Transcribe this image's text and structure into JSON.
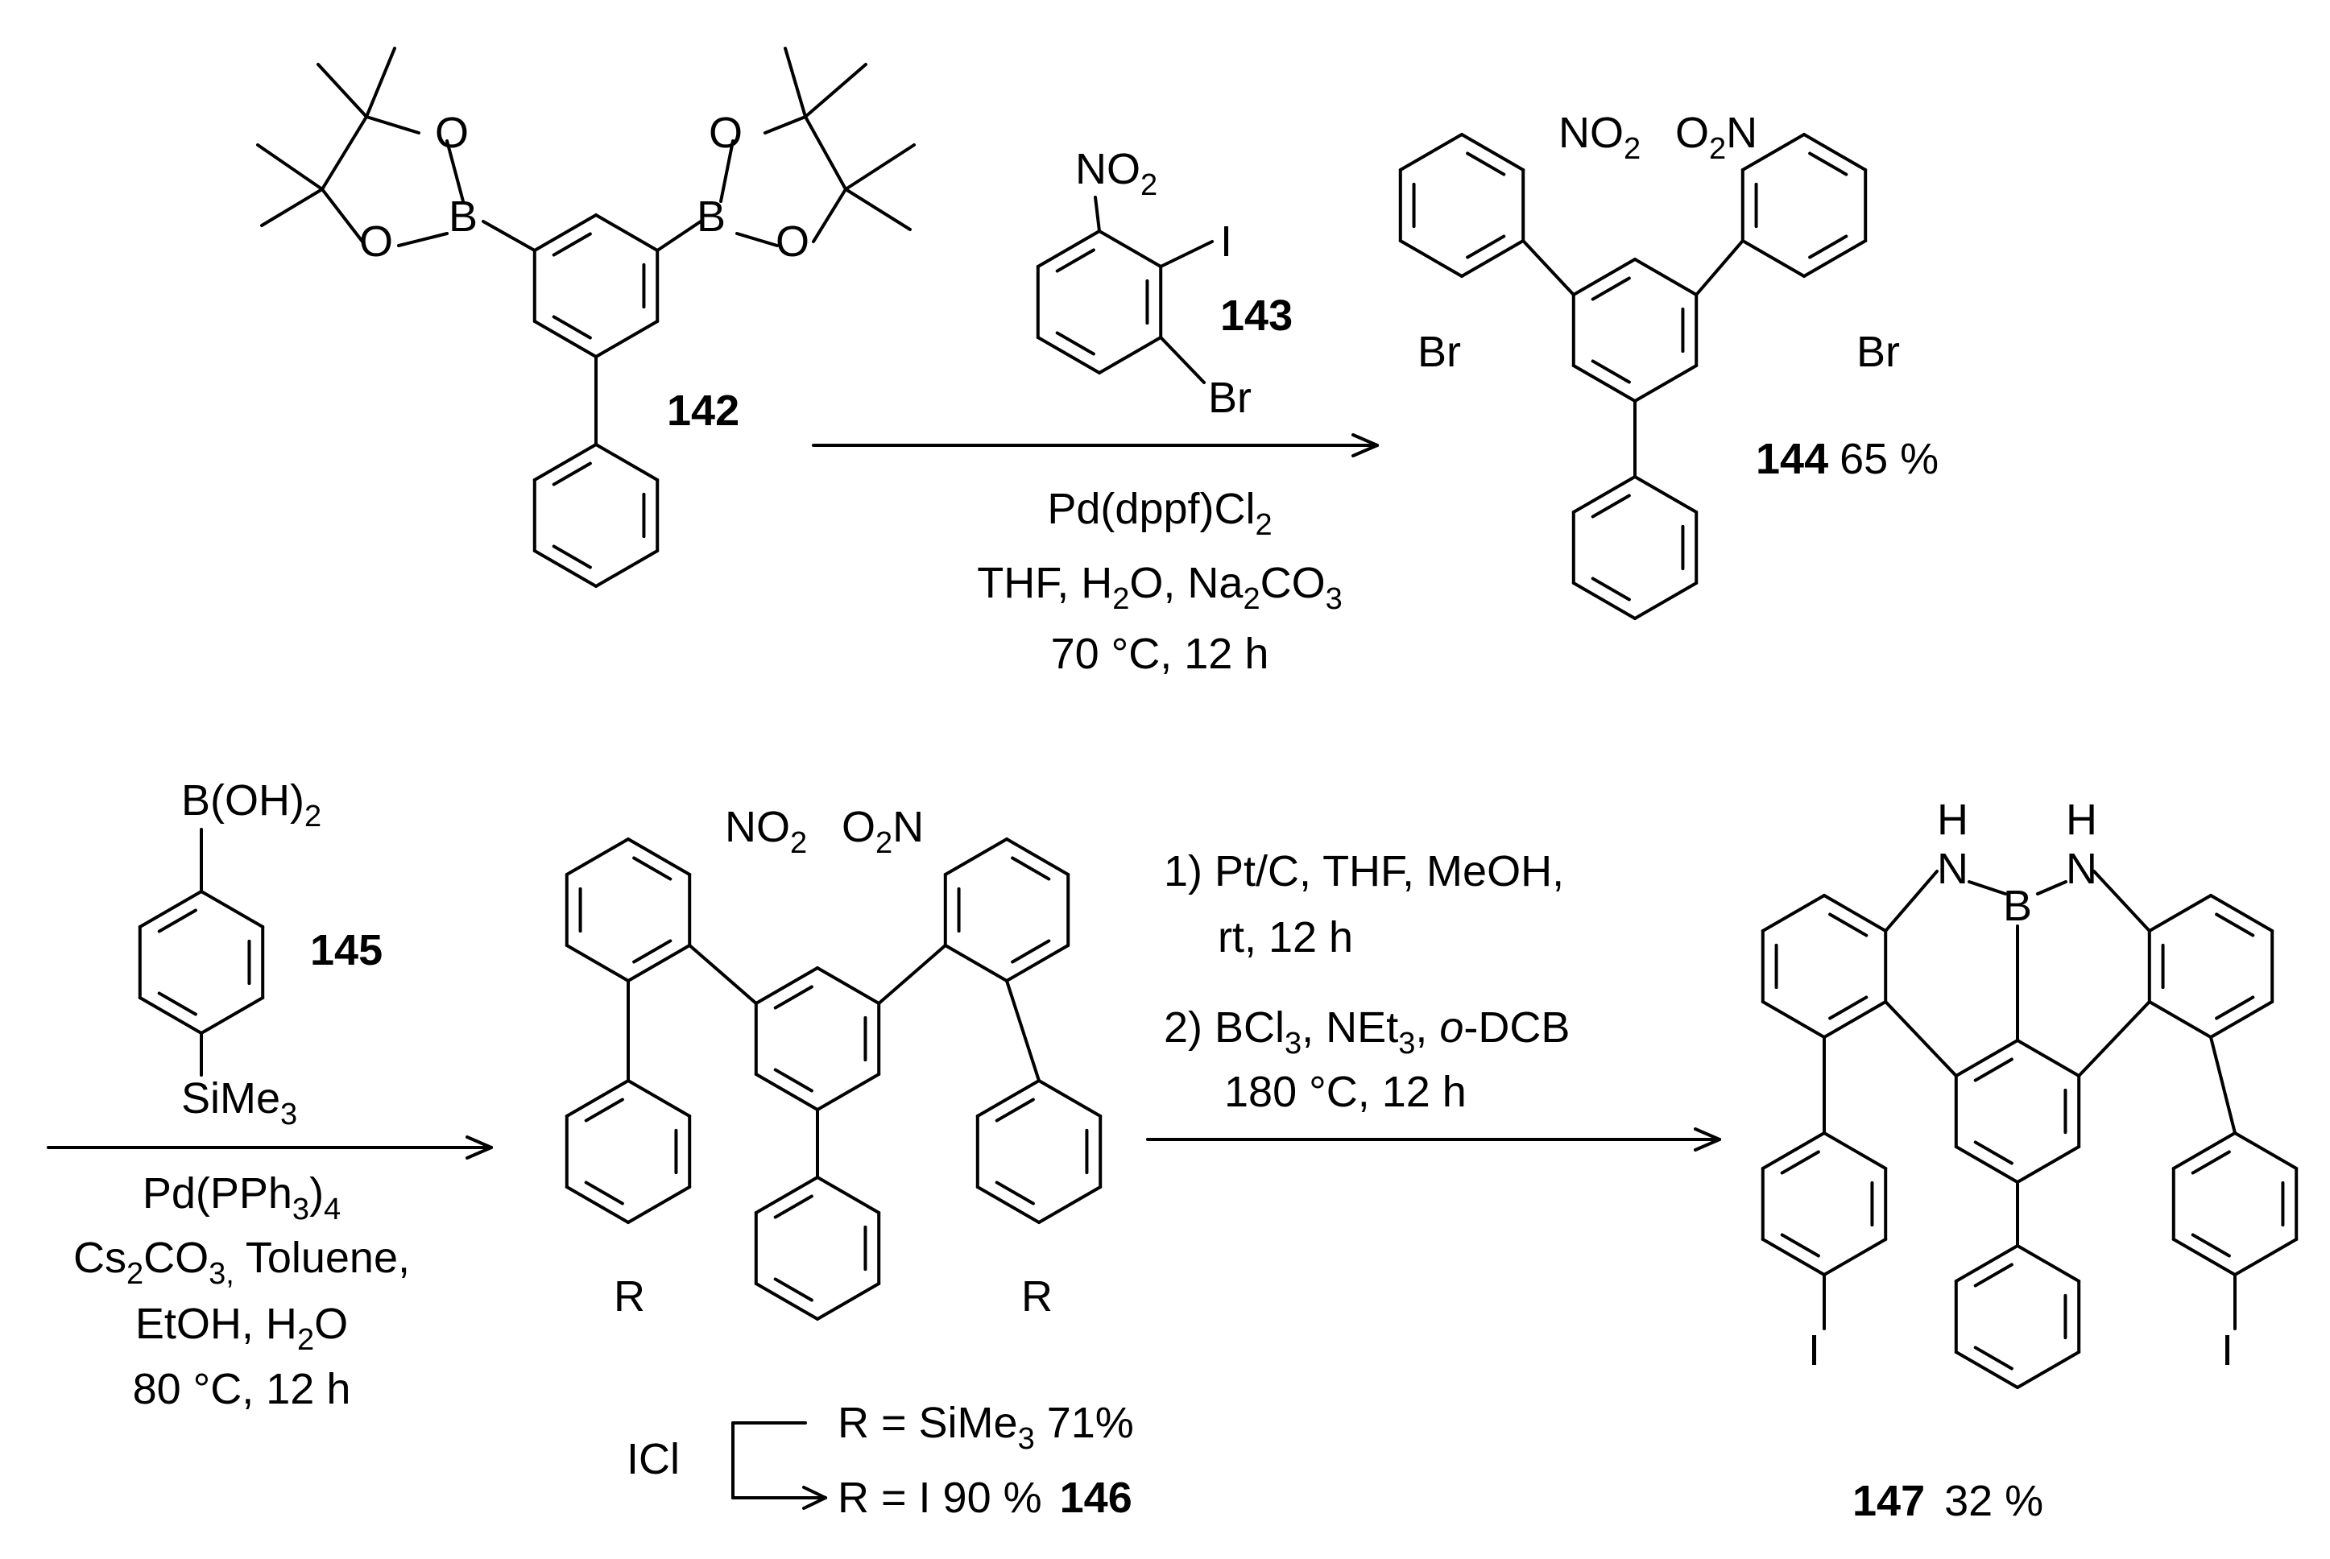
{
  "compounds": {
    "c142": {
      "id": "142"
    },
    "c143": {
      "id": "143",
      "substituents": {
        "nitro": "NO",
        "nitro_sub": "2",
        "iodo": "I",
        "bromo": "Br"
      }
    },
    "c144": {
      "id": "144",
      "yield": "65 %",
      "substituents": {
        "bromo_left": "Br",
        "bromo_right": "Br",
        "nitro_left": "NO",
        "nitro_left_sub": "2",
        "nitro_right_a": "O",
        "nitro_right_sub": "2",
        "nitro_right_b": "N"
      }
    },
    "c145": {
      "id": "145",
      "boronic_main": "B(OH)",
      "boronic_sub": "2",
      "silyl_main": "SiMe",
      "silyl_sub": "3"
    },
    "c146": {
      "id": "146",
      "r_left": "R",
      "r_right": "R",
      "nitro_left": "NO",
      "nitro_left_sub": "2",
      "nitro_right_a": "O",
      "nitro_right_sub": "2",
      "nitro_right_b": "N"
    },
    "c147": {
      "id": "147",
      "yield": "32 %",
      "atoms": {
        "h1": "H",
        "h2": "H",
        "n1": "N",
        "n2": "N",
        "b": "B",
        "i_left": "I",
        "i_right": "I"
      }
    }
  },
  "pinacol": {
    "o": "O",
    "b": "B"
  },
  "reactions": {
    "step1": {
      "reagent_a": "Pd(dppf)Cl",
      "reagent_a_sub": "2",
      "line2_a": "THF, H",
      "line2_sub1": "2",
      "line2_b": "O, Na",
      "line2_sub2": "2",
      "line2_c": "CO",
      "line2_sub3": "3",
      "line3": "70 °C, 12 h"
    },
    "step2": {
      "line1_a": "Pd(PPh",
      "line1_sub1": "3",
      "line1_b": ")",
      "line1_sub2": "4",
      "line2_a": "Cs",
      "line2_sub1": "2",
      "line2_b": "CO",
      "line2_sub2": "3,",
      "line2_c": " Toluene,",
      "line3_a": "EtOH, H",
      "line3_sub": "2",
      "line3_b": "O",
      "line4": "80 °C, 12 h"
    },
    "step3": {
      "line1": "1) Pt/C, THF, MeOH,",
      "line2": "rt, 12 h",
      "line3_a": "2) BCl",
      "line3_sub1": "3",
      "line3_b": ", NEt",
      "line3_sub2": "3",
      "line3_c": ", ",
      "line3_italic": "o",
      "line3_d": "-DCB",
      "line4": "180 °C, 12 h"
    },
    "icl": {
      "reagent": "ICl",
      "product1_a": "R = SiMe",
      "product1_sub": "3",
      "product1_b": " 71%",
      "product2": "R = I 90 %"
    }
  }
}
